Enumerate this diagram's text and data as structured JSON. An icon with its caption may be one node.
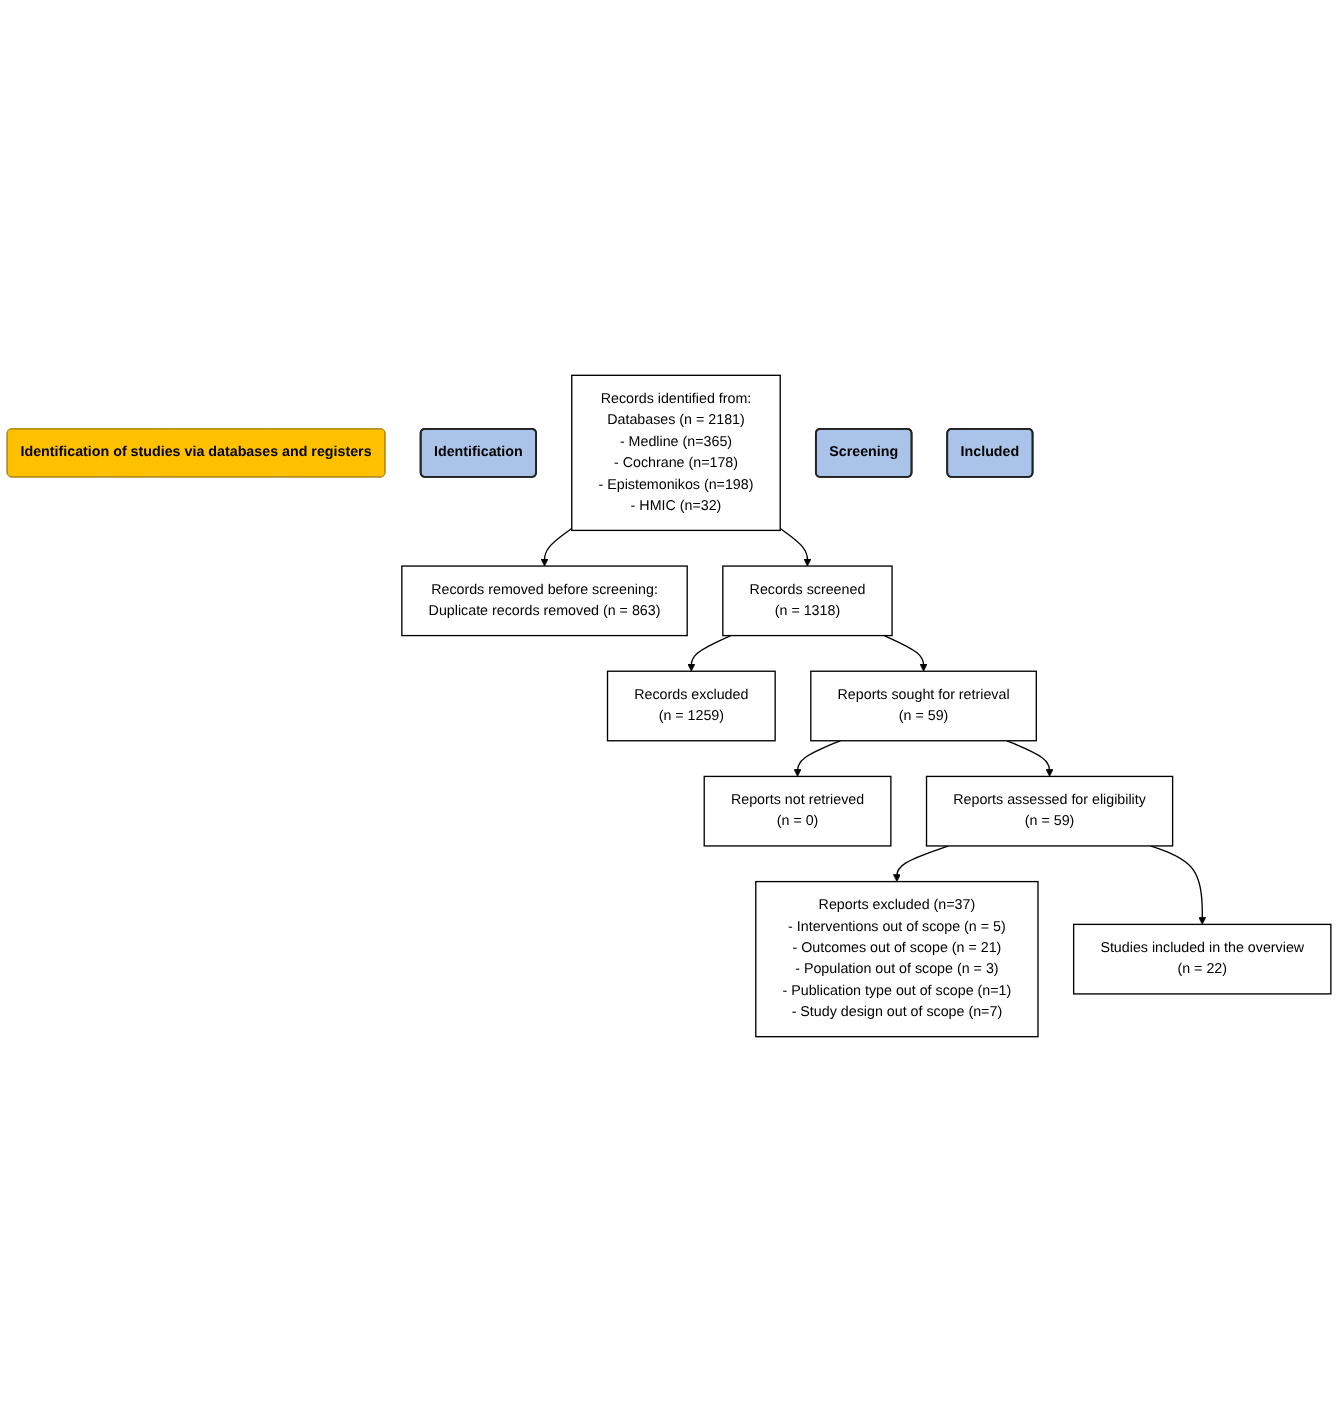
{
  "diagram": {
    "nodes": [
      {
        "text": [
          "Identification of studies via databases and registers"
        ]
      },
      {
        "text": [
          "Identification"
        ]
      },
      {
        "text": [
          "Records identified from:",
          "Databases (n = 2181)",
          "- Medline (n=365)",
          "- Cochrane (n=178)",
          "- Epistemonikos (n=198)",
          "- HMIC (n=32)"
        ]
      },
      {
        "text": [
          "Records removed before screening:",
          "Duplicate records removed (n = 863)"
        ]
      },
      {
        "text": [
          "Screening"
        ]
      },
      {
        "text": [
          "Records screened",
          "(n = 1318)"
        ]
      },
      {
        "text": [
          "Records excluded",
          "(n = 1259)"
        ]
      },
      {
        "text": [
          "Reports sought for retrieval",
          "(n = 59)"
        ]
      },
      {
        "text": [
          "Reports not retrieved",
          "(n = 0)"
        ]
      },
      {
        "text": [
          "Reports assessed for eligibility",
          "(n = 59)"
        ]
      },
      {
        "text": [
          "Reports excluded (n=37)",
          "- Interventions out of scope (n = 5)",
          "- Outcomes out of scope (n = 21)",
          "- Population out of scope (n = 3)",
          "- Publication type out of scope (n=1)",
          "- Study design out of scope (n=7)"
        ]
      },
      {
        "text": [
          "Included"
        ]
      },
      {
        "text": [
          "Studies included in the overview",
          "(n = 22)"
        ]
      }
    ],
    "edges": [
      {
        "from": 2,
        "to": 3,
        "arrow": "to"
      },
      {
        "from": 2,
        "to": 5,
        "arrow": "to"
      },
      {
        "from": 5,
        "to": 6,
        "arrow": "to"
      },
      {
        "from": 5,
        "to": 7,
        "arrow": "to"
      },
      {
        "from": 7,
        "to": 8,
        "arrow": "to"
      },
      {
        "from": 7,
        "to": 9,
        "arrow": "to"
      },
      {
        "from": 9,
        "to": 10,
        "arrow": "to"
      },
      {
        "from": 9,
        "to": 12,
        "arrow": "to"
      }
    ]
  }
}
